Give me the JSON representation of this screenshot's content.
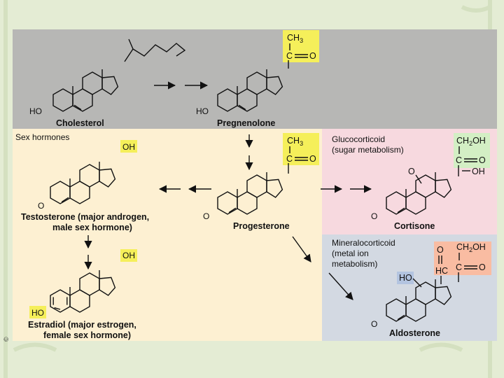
{
  "colors": {
    "background": "#e4ecd4",
    "top_panel": "#b7b7b5",
    "sex_panel": "#fdf0d2",
    "gluco_panel": "#f7d9df",
    "mineral_panel": "#d3d9e2",
    "yellow_highlight": "#f5ef5a",
    "green_highlight": "#d3efc4",
    "salmon_highlight": "#f9bca2",
    "blue_highlight": "#b3c4e0"
  },
  "sections": {
    "sex": "Sex hormones",
    "gluco": [
      "Glucocorticoid",
      "(sugar metabolism)"
    ],
    "mineral": [
      "Mineralocorticoid",
      "(metal ion",
      "metabolism)"
    ]
  },
  "compounds": {
    "cholesterol": "Cholesterol",
    "pregnenolone": "Pregnenolone",
    "progesterone": "Progesterone",
    "testosterone": [
      "Testosterone (major androgen,",
      "male sex hormone)"
    ],
    "estradiol": [
      "Estradiol (major estrogen,",
      "female sex hormone)"
    ],
    "cortisone": "Cortisone",
    "aldosterone": "Aldosterone"
  },
  "groups": {
    "ho": "HO",
    "oh": "OH",
    "o": "O",
    "c": "C",
    "ch3": "CH3",
    "ch2oh": "CH2OH",
    "hc": "HC"
  },
  "edge_mark": "©"
}
